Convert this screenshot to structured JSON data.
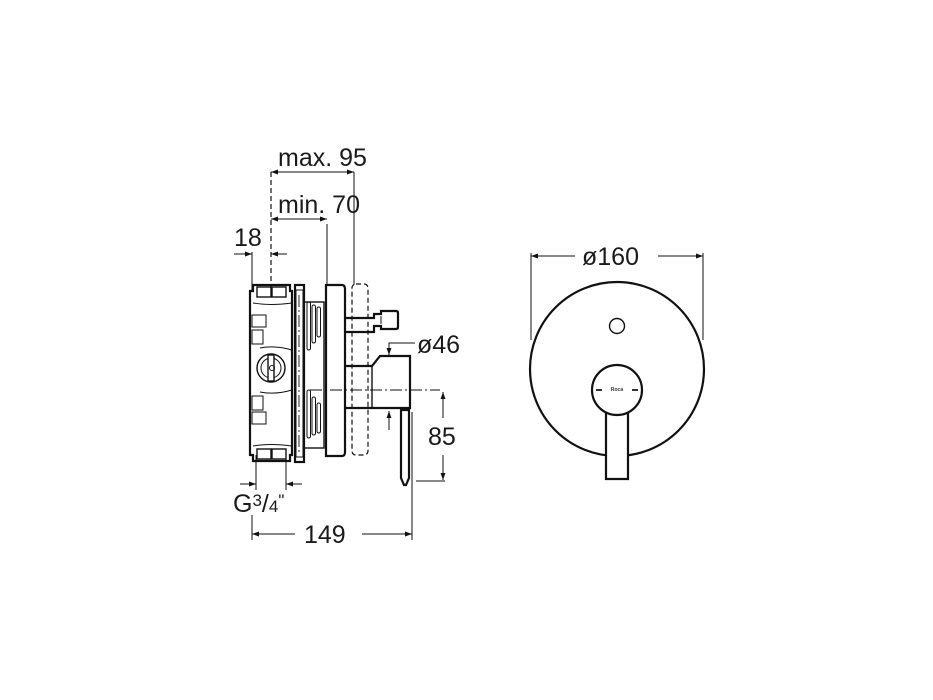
{
  "drawing": {
    "type": "technical dimension drawing",
    "subject": "concealed bath-shower mixer with round escutcheon",
    "side_view": {
      "dimensions": {
        "max_depth": "max. 95",
        "min_depth": "min. 70",
        "flange": "18",
        "outlet_diameter": "ø46",
        "lever_height": "85",
        "overall_depth": "149",
        "connection_prefix": "G",
        "connection_num": "3",
        "connection_den": "4",
        "connection_unit": "\""
      }
    },
    "front_view": {
      "dimensions": {
        "plate_diameter": "ø160"
      },
      "logo": "Roca"
    }
  },
  "colors": {
    "line": "#111111",
    "background": "#ffffff"
  }
}
